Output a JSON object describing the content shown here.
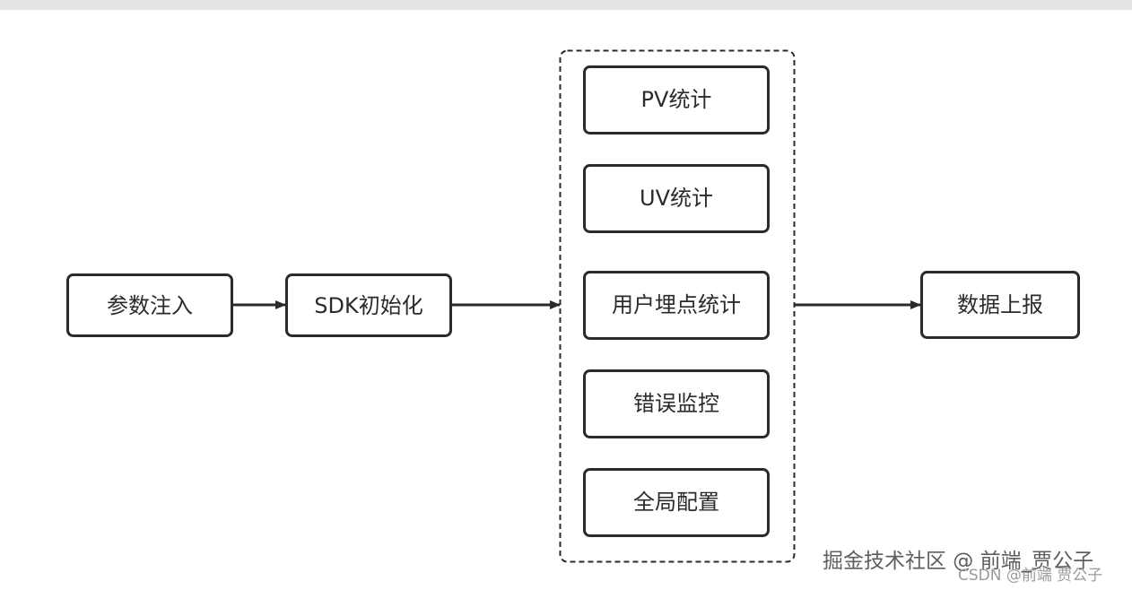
{
  "nodes": {
    "param_injection": "参数注入",
    "sdk_init": "SDK初始化",
    "pv_stats": "PV统计",
    "uv_stats": "UV统计",
    "user_tracking": "用户埋点统计",
    "error_monitoring": "错误监控",
    "global_config": "全局配置",
    "data_reporting": "数据上报"
  },
  "watermark": {
    "juejin": "掘金技术社区 @ 前端_贾公子",
    "csdn": "CSDN @前端 贾公子"
  },
  "colors": {
    "stroke": "#2b2b2b",
    "text": "#2b2b2b",
    "top_bar": "#e2e3e2",
    "background": "#ffffff"
  }
}
